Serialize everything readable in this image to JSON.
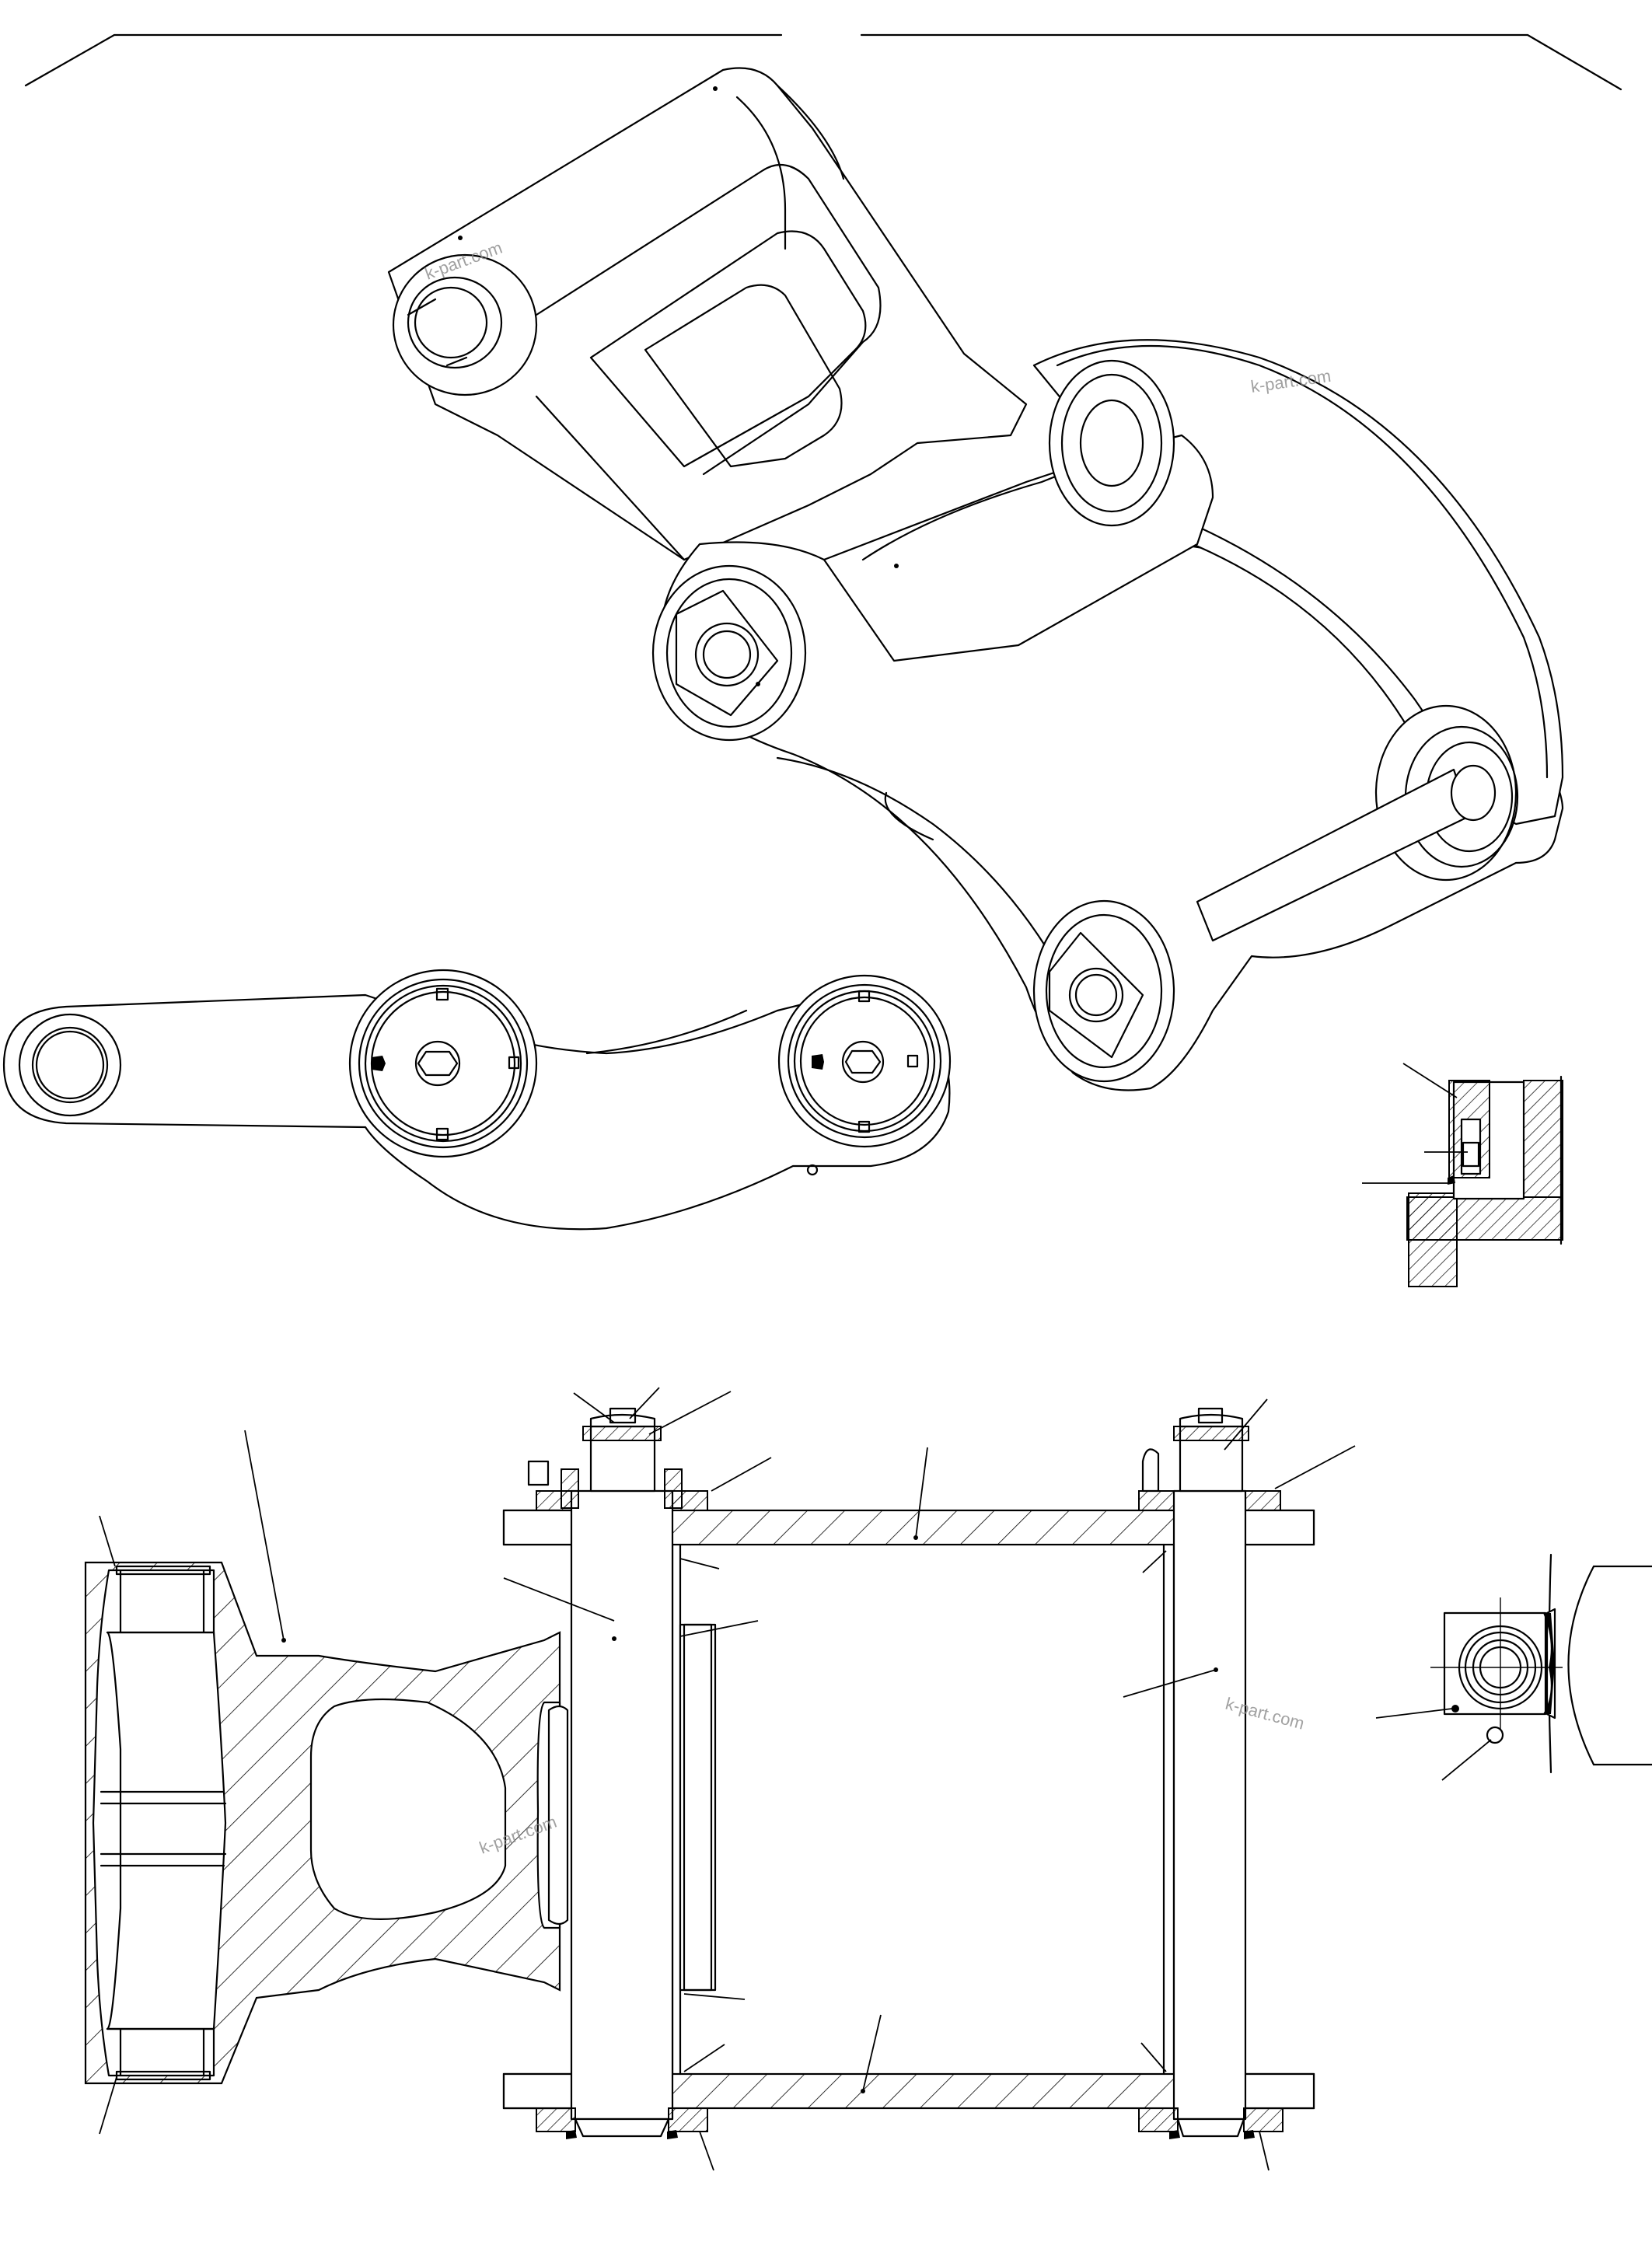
{
  "drawing": {
    "watermarks": [
      "k-part.com",
      "k-part.com",
      "k-part.com",
      "k-part.com"
    ],
    "views": [
      "isometric-view",
      "side-view",
      "detail-view-a",
      "section-view",
      "detail-view-b"
    ]
  }
}
